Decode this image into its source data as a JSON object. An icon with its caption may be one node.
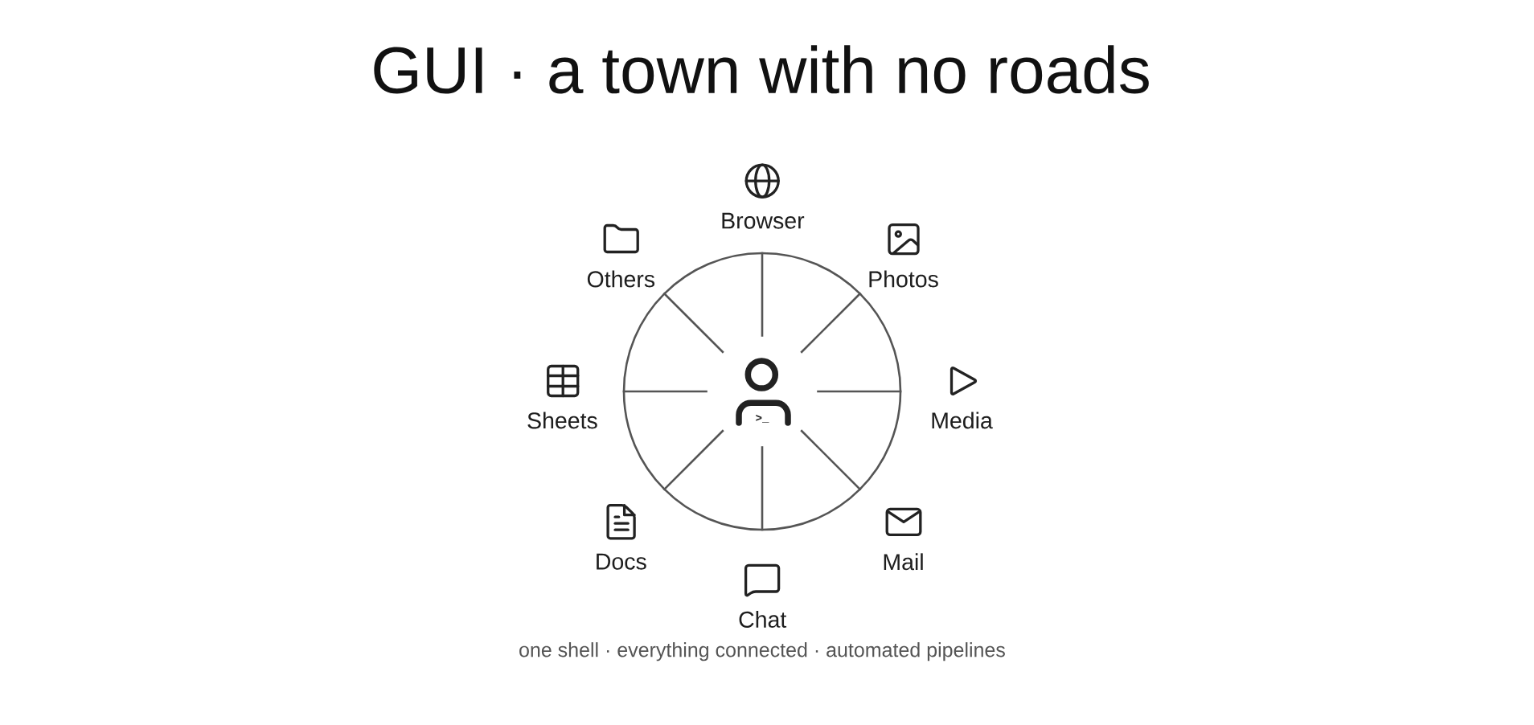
{
  "diagram": {
    "title": "GUI · a town with no roads",
    "caption": "one shell · everything connected · automated pipelines",
    "nodes": [
      {
        "text": [
          "Browser"
        ]
      },
      {
        "text": [
          "Others"
        ]
      },
      {
        "text": [
          "Photos"
        ]
      },
      {
        "text": [],
        "shape": "circle"
      },
      {
        "text": [
          ">_"
        ],
        "in": 3
      },
      {
        "text": [
          "Sheets"
        ]
      },
      {
        "text": [
          "Media"
        ]
      },
      {
        "text": [
          "Docs"
        ]
      },
      {
        "text": [
          "Mail"
        ]
      },
      {
        "text": [
          "Chat"
        ]
      }
    ],
    "edges": [
      {
        "from": 4,
        "to": 3,
        "arrow": "none"
      },
      {
        "from": 4,
        "to": 3,
        "arrow": "none"
      },
      {
        "from": 4,
        "to": 3,
        "arrow": "none"
      },
      {
        "from": 4,
        "to": 3,
        "arrow": "none"
      },
      {
        "from": 4,
        "to": 3,
        "arrow": "none"
      },
      {
        "from": 4,
        "to": 3,
        "arrow": "none"
      },
      {
        "from": 4,
        "to": 3,
        "arrow": "none"
      },
      {
        "from": 4,
        "to": 3,
        "arrow": "none"
      }
    ]
  }
}
